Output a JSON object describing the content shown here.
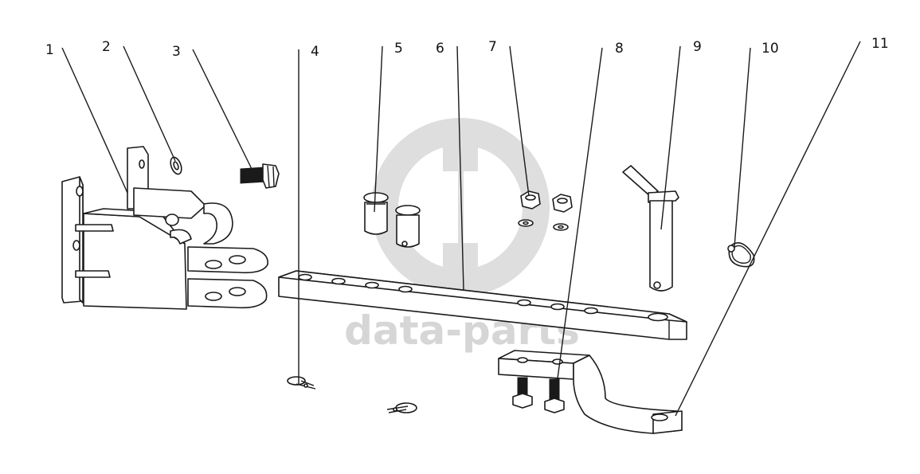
{
  "watermark": {
    "text": "data-parts",
    "color": "#d6d6d6"
  },
  "callouts": [
    {
      "id": "1",
      "label": "1"
    },
    {
      "id": "2",
      "label": "2"
    },
    {
      "id": "3",
      "label": "3"
    },
    {
      "id": "4",
      "label": "4"
    },
    {
      "id": "5",
      "label": "5"
    },
    {
      "id": "6",
      "label": "6"
    },
    {
      "id": "7",
      "label": "7"
    },
    {
      "id": "8",
      "label": "8"
    },
    {
      "id": "9",
      "label": "9"
    },
    {
      "id": "10",
      "label": "10"
    },
    {
      "id": "11",
      "label": "11"
    }
  ],
  "colors": {
    "line": "#1a1a1a",
    "background": "#ffffff",
    "watermark": "#d6d6d6"
  }
}
